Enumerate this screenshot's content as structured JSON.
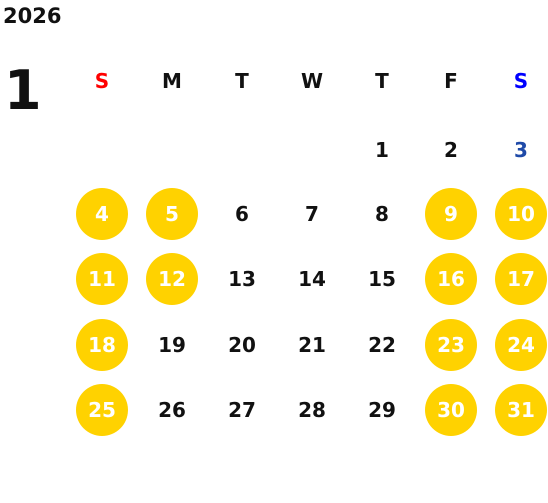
{
  "calendar": {
    "year": "2026",
    "month": "1",
    "weekdays": [
      {
        "label": "S",
        "color": "#ff0000"
      },
      {
        "label": "M",
        "color": "#111111"
      },
      {
        "label": "T",
        "color": "#111111"
      },
      {
        "label": "W",
        "color": "#111111"
      },
      {
        "label": "T",
        "color": "#111111"
      },
      {
        "label": "F",
        "color": "#111111"
      },
      {
        "label": "S",
        "color": "#0000ff"
      }
    ],
    "highlight_color": "#ffd200",
    "weeks": [
      [
        {
          "day": "",
          "highlight": false
        },
        {
          "day": "",
          "highlight": false
        },
        {
          "day": "",
          "highlight": false
        },
        {
          "day": "",
          "highlight": false
        },
        {
          "day": "1",
          "highlight": false
        },
        {
          "day": "2",
          "highlight": false
        },
        {
          "day": "3",
          "highlight": false,
          "text_color": "#1f4aa8"
        }
      ],
      [
        {
          "day": "4",
          "highlight": true
        },
        {
          "day": "5",
          "highlight": true
        },
        {
          "day": "6",
          "highlight": false
        },
        {
          "day": "7",
          "highlight": false
        },
        {
          "day": "8",
          "highlight": false
        },
        {
          "day": "9",
          "highlight": true
        },
        {
          "day": "10",
          "highlight": true
        }
      ],
      [
        {
          "day": "11",
          "highlight": true
        },
        {
          "day": "12",
          "highlight": true
        },
        {
          "day": "13",
          "highlight": false
        },
        {
          "day": "14",
          "highlight": false
        },
        {
          "day": "15",
          "highlight": false
        },
        {
          "day": "16",
          "highlight": true
        },
        {
          "day": "17",
          "highlight": true
        }
      ],
      [
        {
          "day": "18",
          "highlight": true
        },
        {
          "day": "19",
          "highlight": false
        },
        {
          "day": "20",
          "highlight": false
        },
        {
          "day": "21",
          "highlight": false
        },
        {
          "day": "22",
          "highlight": false
        },
        {
          "day": "23",
          "highlight": true
        },
        {
          "day": "24",
          "highlight": true
        }
      ],
      [
        {
          "day": "25",
          "highlight": true
        },
        {
          "day": "26",
          "highlight": false
        },
        {
          "day": "27",
          "highlight": false
        },
        {
          "day": "28",
          "highlight": false
        },
        {
          "day": "29",
          "highlight": false
        },
        {
          "day": "30",
          "highlight": true
        },
        {
          "day": "31",
          "highlight": true
        }
      ]
    ]
  }
}
